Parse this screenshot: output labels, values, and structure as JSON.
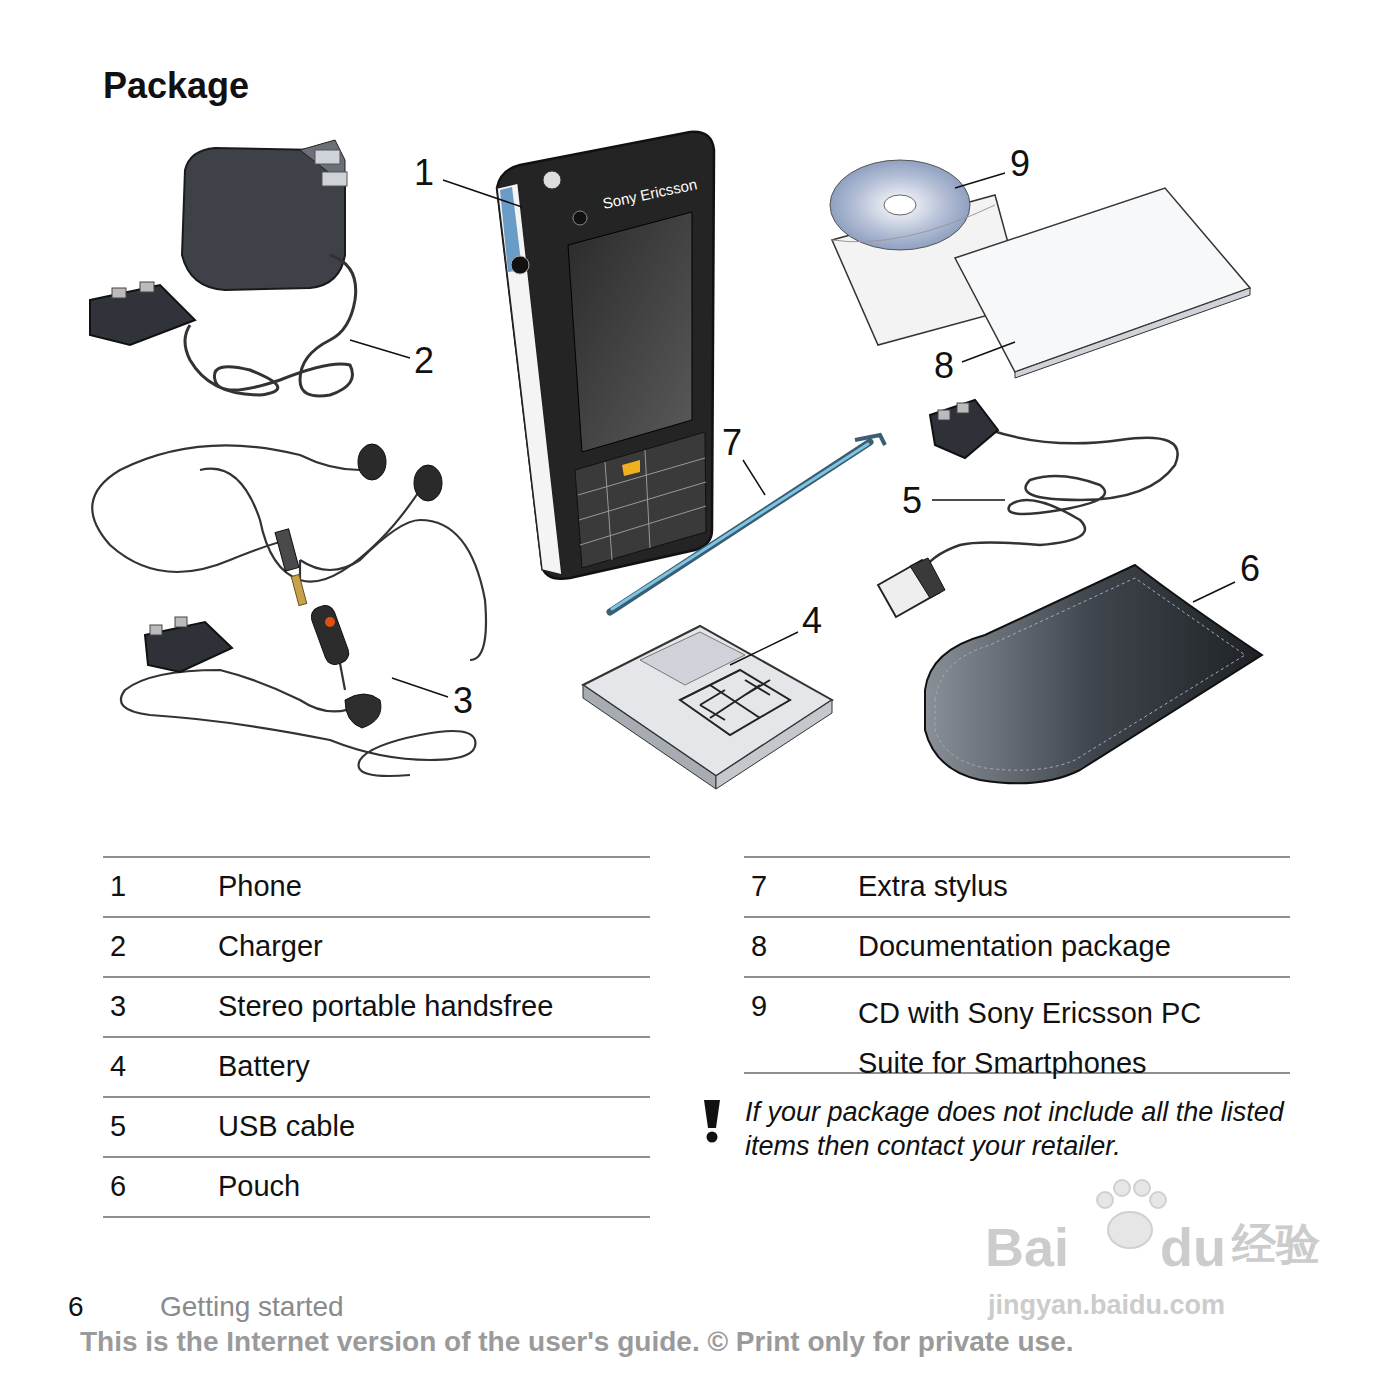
{
  "diagram": {
    "title": "Package",
    "labels": [
      "1",
      "2",
      "3",
      "4",
      "5",
      "6",
      "7",
      "8",
      "9",
      "1",
      "Phone",
      "2",
      "Charger",
      "3",
      "Stereo portable handsfree",
      "4",
      "Battery",
      "5",
      "USB cable",
      "6",
      "Pouch",
      "7",
      "Extra stylus",
      "8",
      "Documentation package",
      "9",
      "CD with Sony Ericsson PC Suite for Smartphones",
      "If your package does not include all the listed items then contact your retailer.",
      "6",
      "Getting started",
      "This is the Internet version of the user's guide. © Print only for private use.",
      "Bai",
      "du",
      "经验",
      "jingyan.baidu.com",
      "Sony Ericsson"
    ]
  }
}
